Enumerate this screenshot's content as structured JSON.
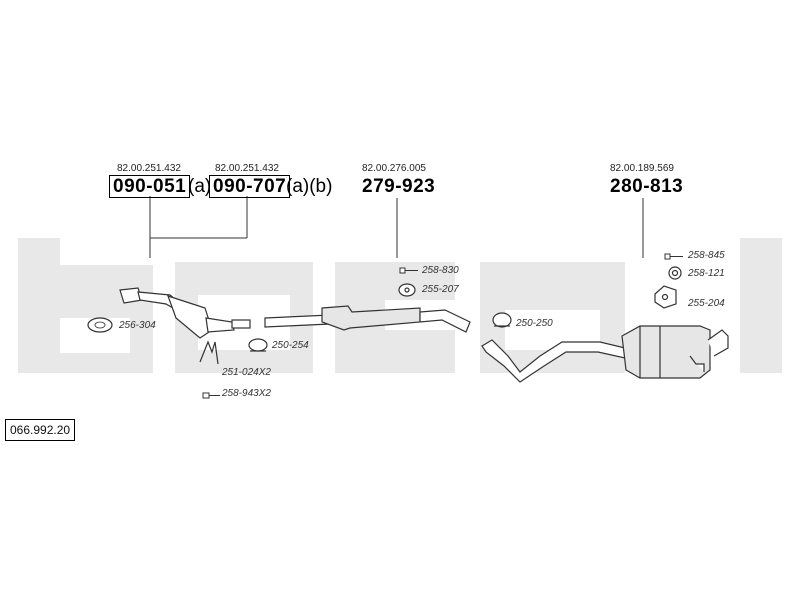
{
  "watermark": "bosal",
  "catalog_number": "066.992.20",
  "groups": [
    {
      "ref": "82.00.251.432",
      "part": "090-051",
      "suffix": "(a)"
    },
    {
      "ref": "82.00.251.432",
      "part": "090-707",
      "suffix": "(a)(b)"
    },
    {
      "ref": "82.00.276.005",
      "part": "279-923",
      "suffix": ""
    },
    {
      "ref": "82.00.189.569",
      "part": "280-813",
      "suffix": ""
    }
  ],
  "labels": {
    "l256_304": "256-304",
    "l251_024": "251-024X2",
    "l258_943": "258-943X2",
    "l250_254": "250-254",
    "l258_830": "258-830",
    "l255_207": "255-207",
    "l250_250": "250-250",
    "l258_845": "258-845",
    "l258_121": "258-121",
    "l255_204": "255-204"
  },
  "colors": {
    "watermark": "#e6e6e6",
    "line": "#333333",
    "part_fill": "#d9d9d9"
  }
}
